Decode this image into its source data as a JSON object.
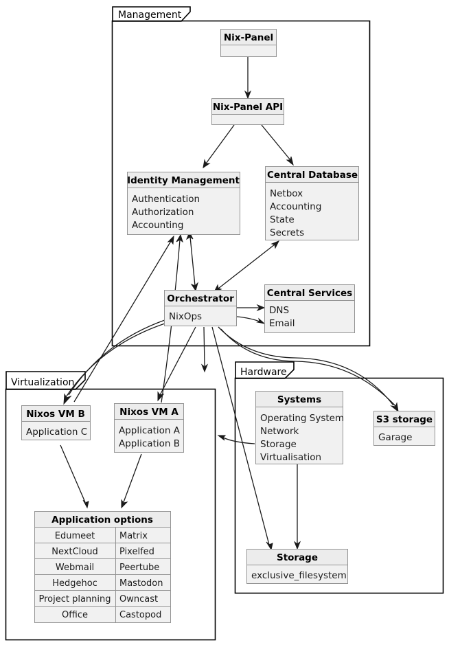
{
  "diagram": {
    "type": "uml-package-class-diagram",
    "title_present": false,
    "packages": [
      {
        "id": "management",
        "label": "Management"
      },
      {
        "id": "virtualization",
        "label": "Virtualization"
      },
      {
        "id": "hardware",
        "label": "Hardware"
      }
    ],
    "classes": [
      {
        "id": "nix-panel",
        "title": "Nix-Panel",
        "items": []
      },
      {
        "id": "nix-panel-api",
        "title": "Nix-Panel API",
        "items": []
      },
      {
        "id": "identity-management",
        "title": "Identity Management",
        "items": [
          "Authentication",
          "Authorization",
          "Accounting"
        ]
      },
      {
        "id": "central-database",
        "title": "Central Database",
        "items": [
          "Netbox",
          "Accounting",
          "State",
          "Secrets"
        ]
      },
      {
        "id": "orchestrator",
        "title": "Orchestrator",
        "items": [
          "NixOps"
        ]
      },
      {
        "id": "central-services",
        "title": "Central Services",
        "items": [
          "DNS",
          "Email"
        ]
      },
      {
        "id": "nixos-vm-b",
        "title": "Nixos VM B",
        "items": [
          "Application C"
        ]
      },
      {
        "id": "nixos-vm-a",
        "title": "Nixos VM A",
        "items": [
          "Application A",
          "Application B"
        ]
      },
      {
        "id": "systems",
        "title": "Systems",
        "items": [
          "Operating System",
          "Network",
          "Storage",
          "Virtualisation"
        ]
      },
      {
        "id": "s3-storage",
        "title": "S3 storage",
        "items": [
          "Garage"
        ]
      },
      {
        "id": "storage",
        "title": "Storage",
        "items": [
          "exclusive_filesystem"
        ]
      }
    ],
    "table": {
      "id": "application-options",
      "title": "Application options",
      "rows": [
        [
          "Edumeet",
          "Matrix"
        ],
        [
          "NextCloud",
          "Pixelfed"
        ],
        [
          "Webmail",
          "Peertube"
        ],
        [
          "Hedgehoc",
          "Mastodon"
        ],
        [
          "Project planning",
          "Owncast"
        ],
        [
          "Office",
          "Castopod"
        ]
      ]
    },
    "colors": {
      "box_header": "#ECECEC",
      "box_body": "#F1F1F1",
      "box_border": "#939393",
      "package_border": "#000000",
      "edge": "#1A1A1A",
      "background": "#FFFFFF"
    }
  }
}
